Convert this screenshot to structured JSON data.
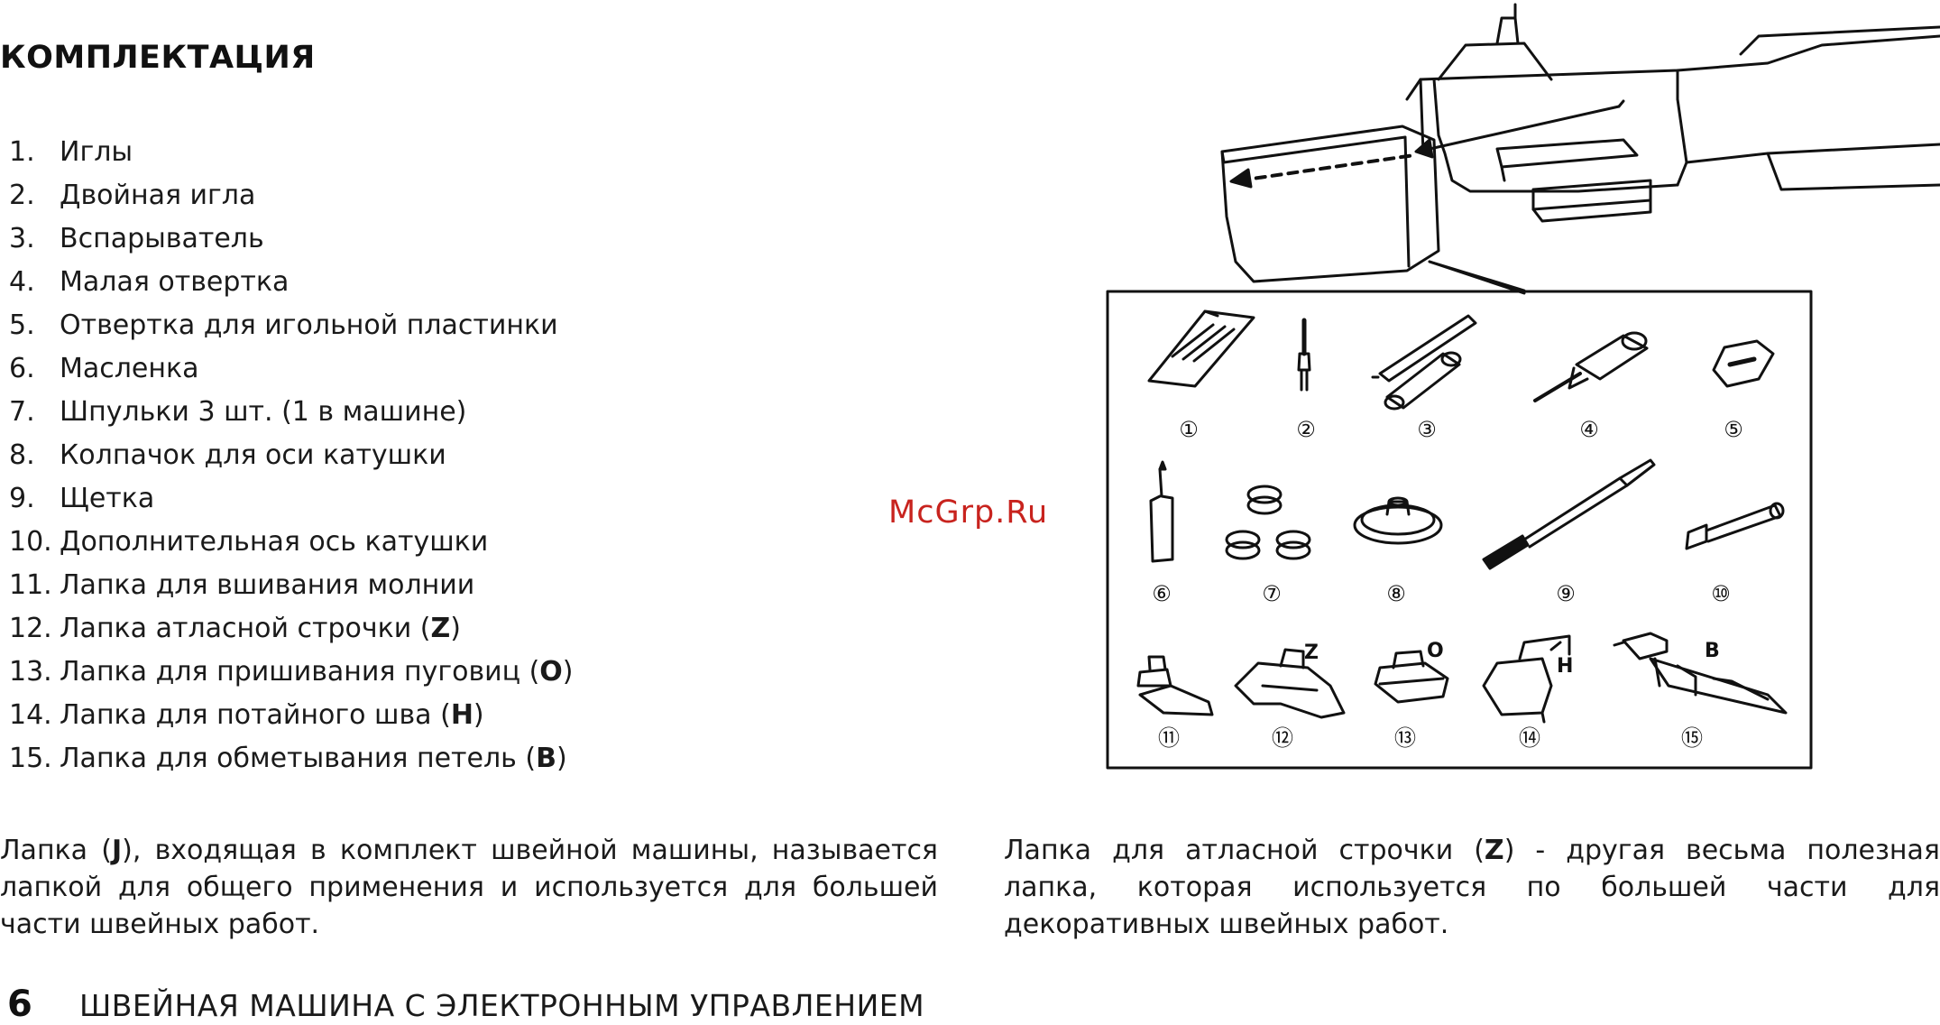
{
  "title": "КОМПЛЕКТАЦИЯ",
  "items": [
    {
      "num": "1.",
      "text": "Иглы",
      "letter": "",
      "suffix": ""
    },
    {
      "num": "2.",
      "text": "Двойная игла",
      "letter": "",
      "suffix": ""
    },
    {
      "num": "3.",
      "text": "Вспарыватель",
      "letter": "",
      "suffix": ""
    },
    {
      "num": "4.",
      "text": "Малая отвертка",
      "letter": "",
      "suffix": ""
    },
    {
      "num": "5.",
      "text": "Отвертка для игольной пластинки",
      "letter": "",
      "suffix": ""
    },
    {
      "num": "6.",
      "text": "Масленка",
      "letter": "",
      "suffix": ""
    },
    {
      "num": "7.",
      "text": "Шпульки 3 шт. (1 в машине)",
      "letter": "",
      "suffix": ""
    },
    {
      "num": "8.",
      "text": "Колпачок для оси катушки",
      "letter": "",
      "suffix": ""
    },
    {
      "num": "9.",
      "text": "Щетка",
      "letter": "",
      "suffix": ""
    },
    {
      "num": "10.",
      "text": "Дополнительная ось катушки",
      "letter": "",
      "suffix": ""
    },
    {
      "num": "11.",
      "text": "Лапка для вшивания молнии",
      "letter": "",
      "suffix": ""
    },
    {
      "num": "12.",
      "text": "Лапка атласной строчки (",
      "letter": "Z",
      "suffix": ")"
    },
    {
      "num": "13.",
      "text": "Лапка для пришивания пуговиц (",
      "letter": "O",
      "suffix": ")"
    },
    {
      "num": "14.",
      "text": "Лапка для потайного шва (",
      "letter": "H",
      "suffix": ")"
    },
    {
      "num": "15.",
      "text": "Лапка для обметывания петель (",
      "letter": "B",
      "suffix": ")"
    }
  ],
  "paragraph_left": {
    "pre": "Лапка (",
    "letter": "J",
    "post": "), входящая в комплект швейной машины, называется лапкой для общего применения и используется для большей части швейных работ."
  },
  "paragraph_right": {
    "pre": "Лапка для атласной строчки (",
    "letter": "Z",
    "post": ") - другая весьма полезная лапка, которая используется по большей части для декоративных швейных работ."
  },
  "watermark": "McGrp.Ru",
  "footer": {
    "page_number": "6",
    "text": "ШВЕЙНАЯ МАШИНА С ЭЛЕКТРОННЫМ УПРАВЛЕНИЕМ"
  },
  "illustration": {
    "callouts": [
      "①",
      "②",
      "③",
      "④",
      "⑤",
      "⑥",
      "⑦",
      "⑧",
      "⑨",
      "⑩",
      "⑪",
      "⑫",
      "⑬",
      "⑭",
      "⑮"
    ],
    "foot_letters": [
      "Z",
      "O",
      "H",
      "B"
    ]
  }
}
